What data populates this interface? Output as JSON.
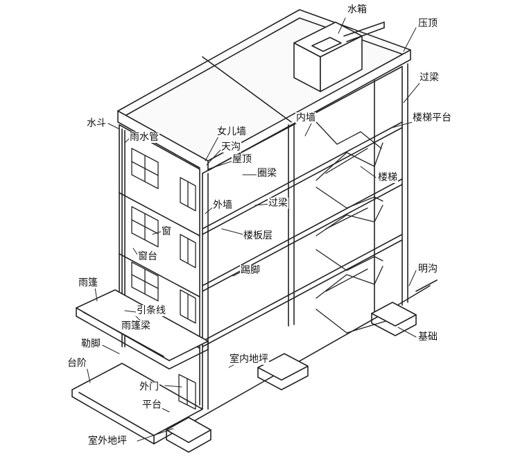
{
  "labels": {
    "water_tank": "水箱",
    "coping": "压顶",
    "lintel_top": "过梁",
    "stair_landing": "楼梯平台",
    "inner_wall": "内墙",
    "rainwater_hopper": "水斗",
    "downpipe": "雨水管",
    "parapet": "女儿墙",
    "gutter": "天沟",
    "roof": "屋顶",
    "ring_beam": "圈梁",
    "stairs": "楼梯",
    "outer_wall": "外墙",
    "lintel_mid": "过梁",
    "window": "窗",
    "floor_slab": "楼板层",
    "window_sill": "窗台",
    "skirting": "踢脚",
    "open_drain": "明沟",
    "canopy": "雨篷",
    "string_course": "引条线",
    "canopy_beam": "雨篷梁",
    "foundation": "基础",
    "plinth": "勒脚",
    "indoor_floor": "室内地坪",
    "steps": "台阶",
    "exterior_door": "外门",
    "platform": "平台",
    "outdoor_ground": "室外地坪"
  }
}
